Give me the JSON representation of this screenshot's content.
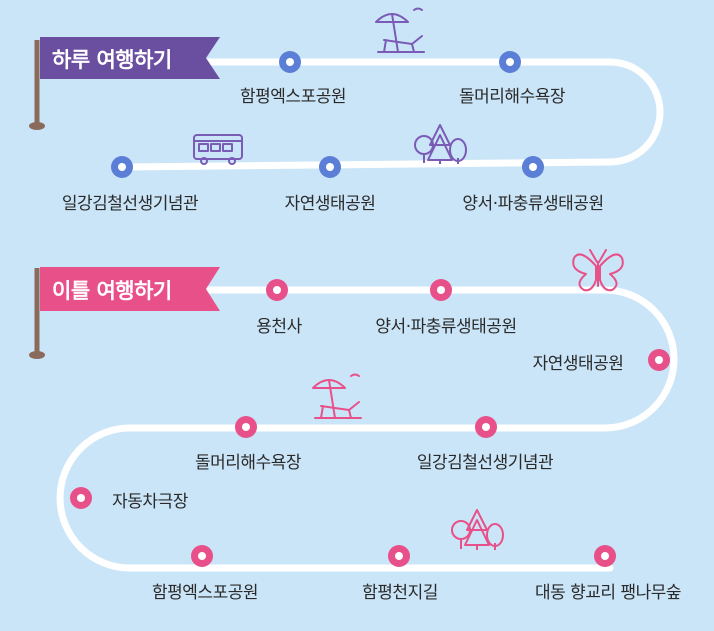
{
  "colors": {
    "background": "#cbe5f8",
    "road": "#ffffff",
    "day1_accent": "#6a4fa0",
    "day1_dot": "#5b7fd6",
    "day2_accent": "#e8508a",
    "day2_dot": "#e8508a",
    "icon_stroke": "#7a5bb5",
    "icon_stroke_pink": "#e8508a"
  },
  "day1": {
    "title": "하루 여행하기",
    "stops": [
      "함평엑스포공원",
      "돌머리해수욕장",
      "일강김철선생기념관",
      "자연생태공원",
      "양서·파충류생태공원"
    ],
    "icons": [
      "beach-chair-umbrella-icon",
      "bus-icon",
      "trees-icon"
    ]
  },
  "day2": {
    "title": "이틀 여행하기",
    "stops": [
      "용천사",
      "양서·파충류생태공원",
      "자연생태공원",
      "돌머리해수욕장",
      "일강김철선생기념관",
      "자동차극장",
      "함평엑스포공원",
      "함평천지길",
      "대동 향교리 팽나무숲"
    ],
    "icons": [
      "butterfly-icon",
      "beach-chair-umbrella-icon",
      "trees-icon"
    ]
  }
}
